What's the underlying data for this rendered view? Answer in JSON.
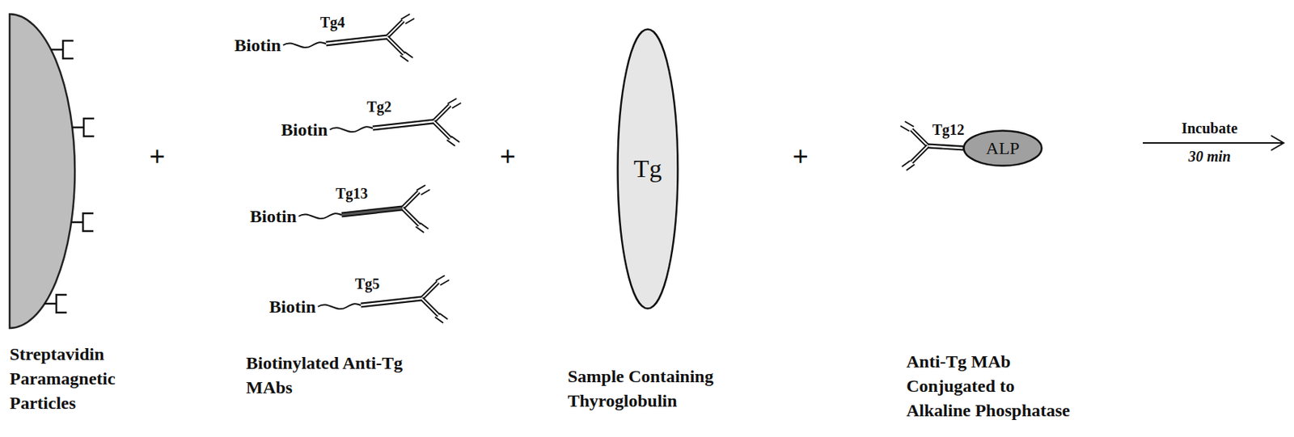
{
  "diagram": {
    "nodes": [
      {
        "text": [
          "Tg"
        ]
      },
      {
        "text": [
          "ALP"
        ]
      }
    ],
    "labels": [
      "Biotin",
      "Tg4",
      "Biotin",
      "Tg2",
      "Biotin",
      "Tg13",
      "Biotin",
      "Tg5",
      "+",
      "+",
      "+",
      "Tg12",
      "Incubate",
      "30 min",
      "Streptavidin Paramagnetic Particles",
      "Biotinylated Anti-Tg MAbs",
      "Sample Containing Thyroglobulin",
      "Anti-Tg MAb Conjugated to Alkaline Phosphatase"
    ]
  }
}
